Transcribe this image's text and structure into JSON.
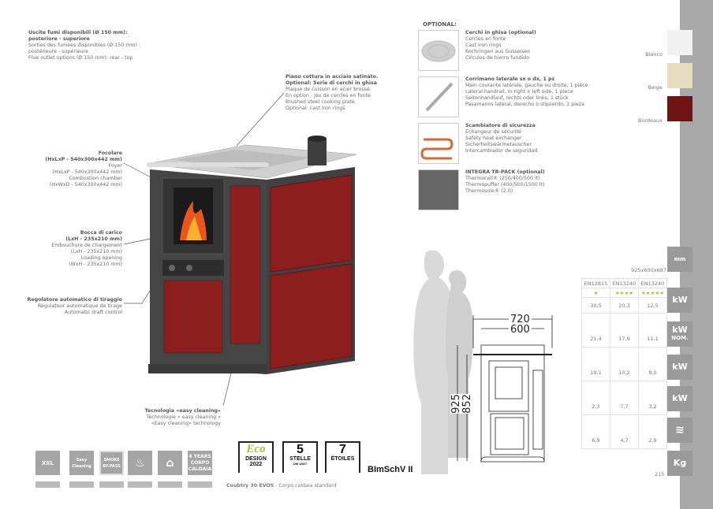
{
  "flue": {
    "title1": "Uscite fumi disponibili (Ø 150 mm):",
    "title2": "posteriore - superiore",
    "fr1": "Sorties des fumées disponibles (Ø 150 mm) :",
    "fr2": "postérieure - supérieure",
    "en": "Flue outlet options (Ø 150 mm): rear - top"
  },
  "plate": {
    "l1": "Piano cottura in acciaio satinato.",
    "l2": "Optional: Serie di cerchi in ghisa",
    "l3": "Plaque de cuisson en acier brossé.",
    "l4": "En option : jeu de cercles en fonte",
    "l5": "Brushed steel cooking plate.",
    "l6": "Optional: cast iron rings"
  },
  "firebox": {
    "l1": "Focolare",
    "l2": "(HxLxP - 540x300x442 mm)",
    "l3": "Foyer",
    "l4": "(HxLxP - 540x300x442 mm)",
    "l5": "Combustion chamber",
    "l6": "(HxWxD - 540x300x442 mm)"
  },
  "loading": {
    "l1": "Bocca di carico",
    "l2": "(LxH - 235x210 mm)",
    "l3": "Embouchure de chargement",
    "l4": "(LxH - 235x210 mm)",
    "l5": "Loading opening",
    "l6": "(WxH - 235x210 mm)"
  },
  "draft": {
    "l1": "Regolatore automatico di tiraggio",
    "l2": "Régulateur automatique de tirage",
    "l3": "Automatic draft control"
  },
  "cleaning": {
    "l1": "Tecnologia «easy cleaning»",
    "l2": "Technologie « easy cleaning »",
    "l3": "«Easy cleaning» technology"
  },
  "optional": {
    "title": "OPTIONAL:",
    "items": [
      {
        "title": "Cerchi in ghisa (optional)",
        "lines": [
          "Cercles en fonte",
          "Cast iron rings",
          "Kochringen aus Gusseisen",
          "Circulos de hierro fundido"
        ]
      },
      {
        "title": "Corrimano laterale sx o dx, 1 pz",
        "lines": [
          "Main courante latérale, gauche ou droite, 1 pièce",
          "Lateral handrail, in right ir left side, 1 piece",
          "Seitenhandlauf, rechts oder links, 1 stück",
          "Pasamanos lateral, derecho o izquierdo, 1 pieza"
        ]
      },
      {
        "title": "Scambiatore di sicurezza",
        "lines": [
          "Échangeur de sécurité",
          "Safety heat exchanger",
          "Sicherheitswärmetauscher",
          "Intercambiador de seguridad"
        ]
      },
      {
        "title": "INTEGRA TR-PACK (optional)",
        "lines": [
          "Thermocell® (250/400/500 lt)",
          "Thermopuffer (400/500/1500 lt)",
          "Thermosole® (2.0)"
        ]
      }
    ]
  },
  "colors": [
    {
      "label": "Bianco",
      "hex": "#f1f1f1"
    },
    {
      "label": "Beige",
      "hex": "#e8dcc0"
    },
    {
      "label": "Bordeaux",
      "hex": "#6e1414"
    }
  ],
  "dimensions": {
    "size": "925x600x687",
    "w_total": "720",
    "w_body": "600",
    "h_total": "925",
    "h_body": "852"
  },
  "table": {
    "headers": [
      "EN12815",
      "EN13240",
      "EN13240"
    ],
    "stars": [
      "★",
      "★★★★",
      "★★★★★"
    ],
    "star_color": "#9ec43a",
    "rows": [
      [
        "30,5",
        "20,3",
        "12,5"
      ],
      [
        "21,4",
        "17,9",
        "11,1"
      ],
      [
        "19,1",
        "10,2",
        "8,0"
      ],
      [
        "2,3",
        "7,7",
        "3,2"
      ],
      [
        "6,9",
        "4,7",
        "2,9"
      ]
    ]
  },
  "side_icons": [
    "dimensions-icon",
    "kw-flame-icon",
    "kw-nom-icon",
    "kw-water-icon",
    "kw-sun-icon",
    "wood-logs-icon",
    "weight-kg-icon"
  ],
  "side_labels": {
    "kw": "kW",
    "nom": "NOM.",
    "kg": "Kg",
    "mm": "mm"
  },
  "features": {
    "xxl": "XXL",
    "easy": "Easy Cleaning",
    "smoke": "SMOKE BY-PASS",
    "years": "4 YEARS",
    "corpo": "CORPO CALDAIA"
  },
  "badges": {
    "eco": "Eco",
    "design": "DESIGN",
    "year": "2022",
    "stelle_n": "5",
    "stelle": "STELLE",
    "dm": "DM 186/7",
    "etoiles_n": "7",
    "etoiles": "ÉTOILES",
    "bimsch": "BImSchV II"
  },
  "caption": {
    "model": "Coubtry 30 EVO5",
    "rest": " - Corpo caldaia standard"
  },
  "page_number": "215"
}
